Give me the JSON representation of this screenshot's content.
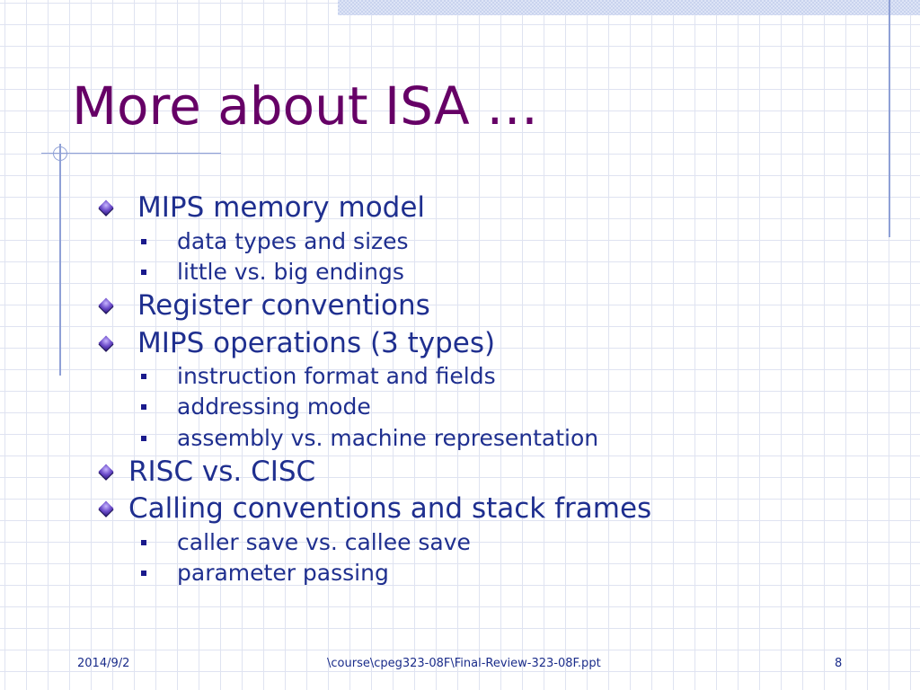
{
  "slide": {
    "title": "More about ISA …",
    "bullets": [
      {
        "text": "MIPS memory model",
        "sub": [
          "data types and sizes",
          "little vs. big endings"
        ]
      },
      {
        "text": "Register conventions",
        "sub": []
      },
      {
        "text": "MIPS operations (3 types)",
        "sub": [
          "instruction format and fields",
          "addressing mode",
          "assembly vs. machine representation"
        ]
      },
      {
        "text": "RISC vs. CISC",
        "sub": []
      },
      {
        "text": "Calling conventions and stack frames",
        "sub": [
          "caller save vs. callee save",
          "parameter passing"
        ]
      }
    ]
  },
  "footer": {
    "date": "2014/9/2",
    "path": "\\course\\cpeg323-08F\\Final-Review-323-08F.ppt",
    "page_number": "8"
  },
  "colors": {
    "title": "#660066",
    "text": "#1f2f8f",
    "grid": "#dfe3f1",
    "accent_line": "#8fa0d6"
  },
  "icons": {
    "level1": "diamond-bullet-icon",
    "level2": "square-bullet-icon"
  }
}
